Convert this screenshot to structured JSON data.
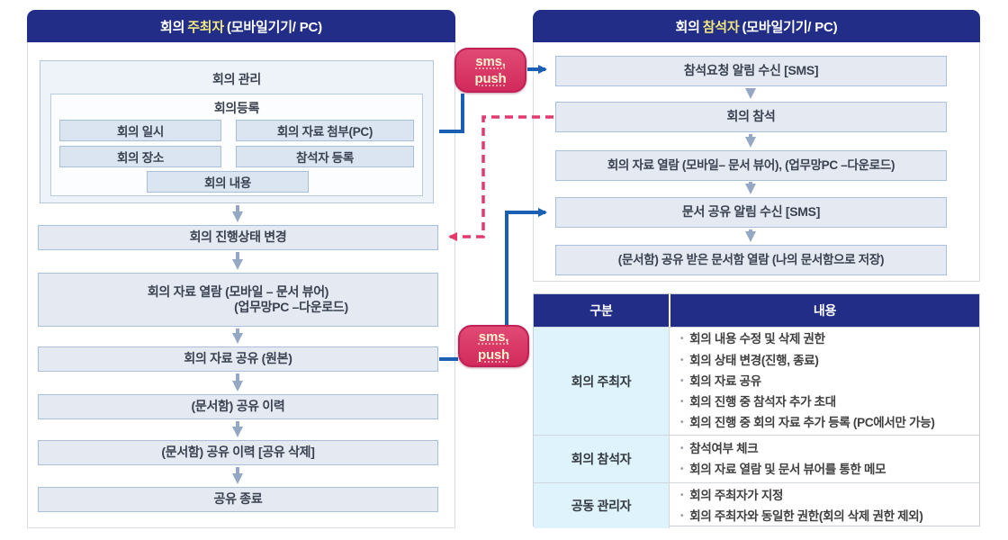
{
  "diagram_title": "회의 주최자/참석자 모바일 회의 흐름도",
  "colors": {
    "header_navy": "#222d87",
    "header_highlight_yellow": "#efe87e",
    "flow_box_fill": "#e5e9f2",
    "flow_box_border": "#a8c0de",
    "badge_crimson": "#d22a5c",
    "badge_text": "#fcf3cf",
    "arrow_blue": "#1a5fb4",
    "arrow_pink_dashed": "#e23a6d",
    "arrow_gray": "#94a7c4",
    "table_col1_cyan": "#def3fb"
  },
  "badge1": {
    "line1": "sms,",
    "line2": "push"
  },
  "badge2": {
    "line1": "sms,",
    "line2": "push"
  },
  "left": {
    "header": {
      "pre": "회의",
      "highlight": "주최자",
      "post": "(모바일기기/ PC)"
    },
    "mgmt_title": "회의 관리",
    "reg_title": "회의등록",
    "reg_boxes": [
      "회의 일시",
      "회의 자료 첨부(PC)",
      "회의 장소",
      "참석자 등록",
      "회의 내용"
    ],
    "flow1": "회의 진행상태 변경",
    "flow2_line1": "회의 자료 열람 (모바일 – 문서 뷰어)",
    "flow2_line2": "(업무망PC –다운로드)",
    "flow3": "회의 자료 공유 (원본)",
    "flow4": "(문서함) 공유 이력",
    "flow5": "(문서함) 공유 이력 [공유 삭제]",
    "flow6": "공유 종료"
  },
  "right": {
    "header": {
      "pre": "회의",
      "highlight": "참석자",
      "post": "(모바일기기/ PC)"
    },
    "flow1": "참석요청 알림 수신 [SMS]",
    "flow2": "회의 참석",
    "flow3": "회의 자료 열람 (모바일– 문서 뷰어), (업무망PC –다운로드)",
    "flow4": "문서 공유 알림 수신 [SMS]",
    "flow5": "(문서함) 공유 받은 문서함 열람 (나의 문서함으로 저장)"
  },
  "table": {
    "headers": [
      "구분",
      "내용"
    ],
    "rows": [
      {
        "label": "회의 주최자",
        "items": [
          "회의 내용 수정 및 삭제 권한",
          "회의 상태 변경(진행, 종료)",
          "회의 자료 공유",
          "회의 진행 중 참석자 추가 초대",
          "회의 진행 중 회의 자료 추가 등록 (PC에서만 가능)"
        ]
      },
      {
        "label": "회의 참석자",
        "items": [
          "참석여부 체크",
          "회의 자료 열람 및 문서 뷰어를 통한 메모"
        ]
      },
      {
        "label": "공동 관리자",
        "items": [
          "회의 주최자가 지정",
          "회의 주최자와 동일한 권한(회의 삭제 권한 제외)"
        ]
      }
    ]
  }
}
